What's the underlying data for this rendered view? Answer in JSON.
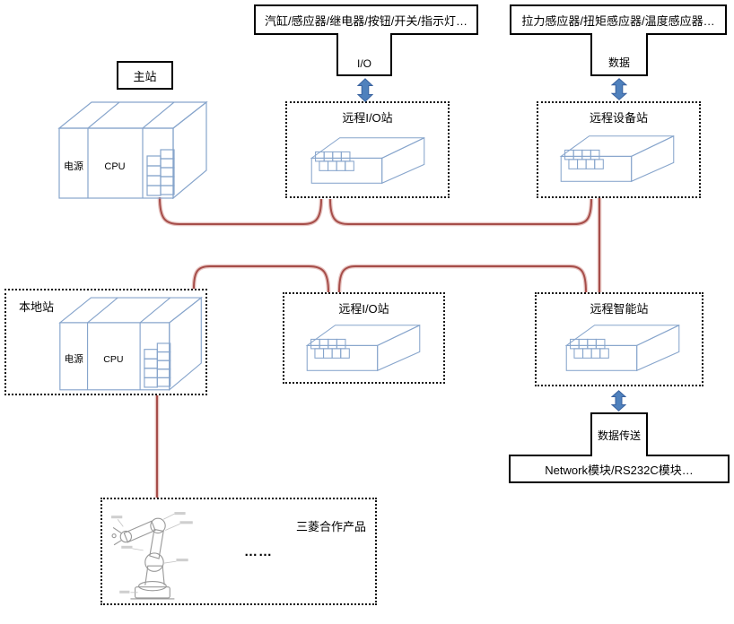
{
  "colors": {
    "bus_red": "#a64d49",
    "bus_glow": "#e7c5c2",
    "arrow_blue": "#4f81bd",
    "arrow_blue_dark": "#38619e",
    "drawing_blue": "#87a5cc"
  },
  "top_io": {
    "label": "汽缸/感应器/继电器/按钮/开关/指示灯…",
    "tab": "I/O"
  },
  "top_sensor": {
    "label": "拉力感应器/扭矩感应器/温度感应器…",
    "tab": "数据"
  },
  "stations": {
    "master": {
      "label": "主站",
      "power": "电源",
      "cpu": "CPU"
    },
    "remote_io_1": {
      "label": "远程I/O站"
    },
    "remote_device": {
      "label": "远程设备站"
    },
    "local": {
      "label": "本地站",
      "power": "电源",
      "cpu": "CPU"
    },
    "remote_io_2": {
      "label": "远程I/O站"
    },
    "remote_intelligent": {
      "label": "远程智能站"
    }
  },
  "bottom_right": {
    "tab": "数据传送",
    "label": "Network模块/RS232C模块…"
  },
  "partner": {
    "label": "三菱合作产品",
    "ellipsis": "……"
  }
}
